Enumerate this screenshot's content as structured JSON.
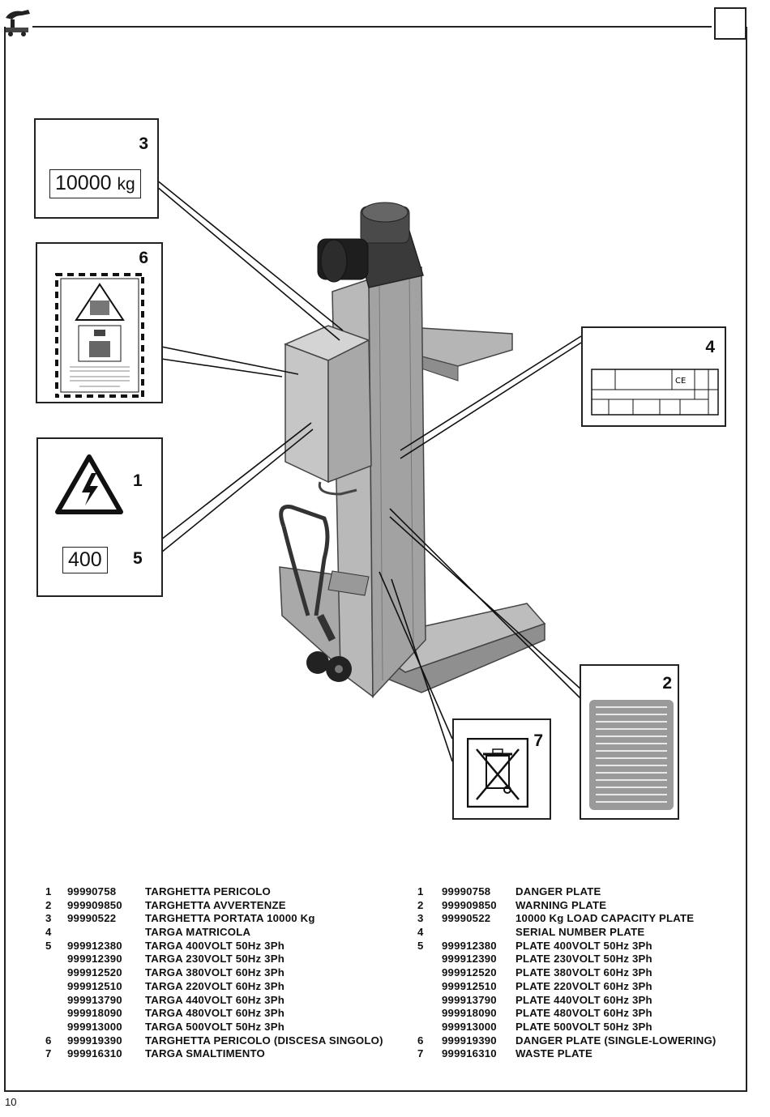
{
  "page_number": "10",
  "callouts": {
    "c1": {
      "number": "1"
    },
    "c2": {
      "number": "2"
    },
    "c3": {
      "number": "3",
      "value": "10000",
      "unit": "kg"
    },
    "c4": {
      "number": "4"
    },
    "c5": {
      "number": "5",
      "value": "400"
    },
    "c6": {
      "number": "6"
    },
    "c7": {
      "number": "7"
    }
  },
  "parts_it": [
    {
      "num": "1",
      "code": "99990758",
      "desc": "TARGHETTA PERICOLO"
    },
    {
      "num": "2",
      "code": "999909850",
      "desc": "TARGHETTA AVVERTENZE"
    },
    {
      "num": "3",
      "code": "99990522",
      "desc": "TARGHETTA PORTATA 10000 Kg"
    },
    {
      "num": "4",
      "code": "",
      "desc": "TARGA MATRICOLA"
    },
    {
      "num": "5",
      "code": "999912380",
      "desc": "TARGA 400VOLT 50Hz 3Ph"
    },
    {
      "num": "",
      "code": "999912390",
      "desc": "TARGA 230VOLT 50Hz 3Ph"
    },
    {
      "num": "",
      "code": "999912520",
      "desc": "TARGA 380VOLT 60Hz 3Ph"
    },
    {
      "num": "",
      "code": "999912510",
      "desc": "TARGA 220VOLT 60Hz 3Ph"
    },
    {
      "num": "",
      "code": "999913790",
      "desc": "TARGA 440VOLT 60Hz 3Ph"
    },
    {
      "num": "",
      "code": "999918090",
      "desc": "TARGA 480VOLT 60Hz 3Ph"
    },
    {
      "num": "",
      "code": "999913000",
      "desc": "TARGA 500VOLT 50Hz 3Ph"
    },
    {
      "num": "6",
      "code": "999919390",
      "desc": "TARGHETTA PERICOLO (DISCESA SINGOLO)"
    },
    {
      "num": "7",
      "code": "999916310",
      "desc": "TARGA SMALTIMENTO"
    }
  ],
  "parts_en": [
    {
      "num": "1",
      "code": "99990758",
      "desc": "DANGER PLATE"
    },
    {
      "num": "2",
      "code": "999909850",
      "desc": "WARNING PLATE"
    },
    {
      "num": "3",
      "code": "99990522",
      "desc": "10000 Kg LOAD CAPACITY PLATE"
    },
    {
      "num": "4",
      "code": "",
      "desc": "SERIAL NUMBER PLATE"
    },
    {
      "num": "5",
      "code": "999912380",
      "desc": "PLATE 400VOLT 50Hz 3Ph"
    },
    {
      "num": "",
      "code": "999912390",
      "desc": "PLATE 230VOLT 50Hz 3Ph"
    },
    {
      "num": "",
      "code": "999912520",
      "desc": "PLATE 380VOLT 60Hz 3Ph"
    },
    {
      "num": "",
      "code": "999912510",
      "desc": "PLATE 220VOLT 60Hz 3Ph"
    },
    {
      "num": "",
      "code": "999913790",
      "desc": "PLATE 440VOLT 60Hz 3Ph"
    },
    {
      "num": "",
      "code": "999918090",
      "desc": "PLATE 480VOLT 60Hz 3Ph"
    },
    {
      "num": "",
      "code": "999913000",
      "desc": "PLATE 500VOLT 50Hz 3Ph"
    },
    {
      "num": "6",
      "code": "999919390",
      "desc": "DANGER PLATE (SINGLE-LOWERING)"
    },
    {
      "num": "7",
      "code": "999916310",
      "desc": "WASTE PLATE"
    }
  ]
}
